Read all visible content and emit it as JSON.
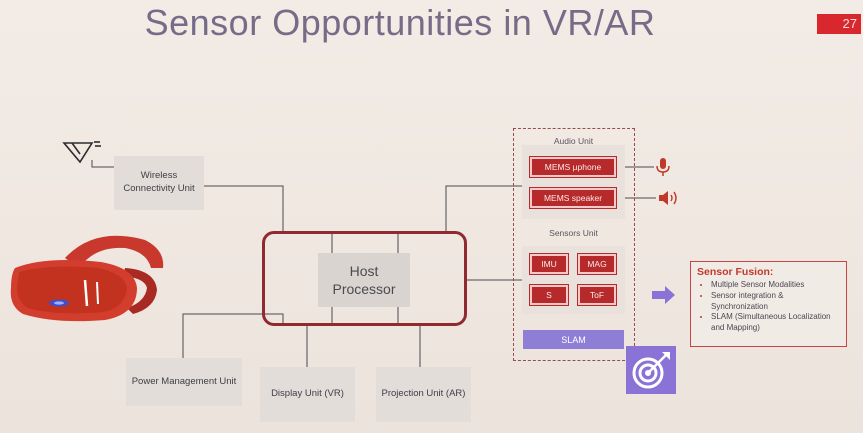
{
  "slide": {
    "title": "Sensor Opportunities in VR/AR",
    "page_number": "27"
  },
  "diagram": {
    "wireless": "Wireless Connectivity Unit",
    "host": "Host Processor",
    "power": "Power Management Unit",
    "display": "Display Unit (VR)",
    "projection": "Projection Unit (AR)",
    "audio_unit": {
      "label": "Audio Unit",
      "items": [
        "MEMS µphone",
        "MEMS speaker"
      ]
    },
    "sensors_unit": {
      "label": "Sensors Unit",
      "items": [
        "IMU",
        "MAG",
        "S",
        "ToF"
      ]
    },
    "slam": "SLAM",
    "sensor_fusion": {
      "title": "Sensor Fusion:",
      "items": [
        "Multiple Sensor Modalities",
        "Sensor integration & Synchronization",
        "SLAM (Simultaneous Localization and Mapping)"
      ]
    }
  },
  "colors": {
    "title": "#756c88",
    "accent_red": "#b72a2c",
    "slam_purple": "#8f7ed6",
    "arrow_purple": "#8a72d6"
  },
  "icons": [
    "antenna-icon",
    "vr-headset-icon",
    "microphone-icon",
    "speaker-icon",
    "arrow-right-icon",
    "target-icon"
  ]
}
